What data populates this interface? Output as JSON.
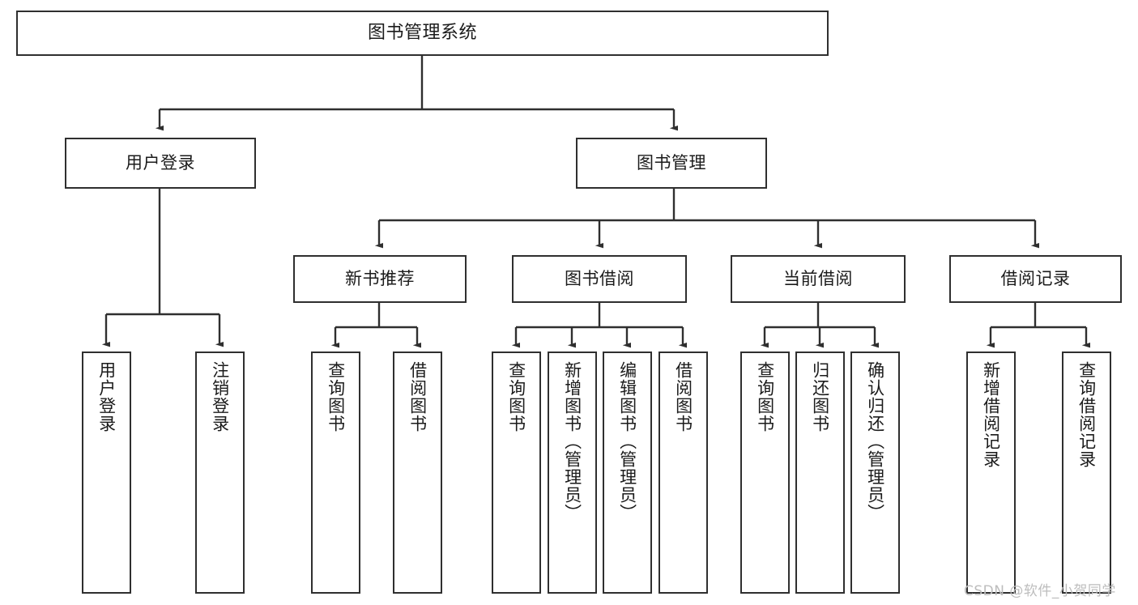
{
  "diagram": {
    "title": "图书管理系统",
    "watermark": "CSDN @软件_小贺同学",
    "colors": {
      "border": "#2f2f2f",
      "background": "#ffffff",
      "text": "#1b1b1b",
      "connector": "#2f2f2f",
      "watermark": "#bdbdbd"
    },
    "nodes": {
      "root": {
        "label": "图书管理系统"
      },
      "level2": [
        {
          "label": "用户登录"
        },
        {
          "label": "图书管理"
        }
      ],
      "level3": [
        {
          "label": "新书推荐"
        },
        {
          "label": "图书借阅"
        },
        {
          "label": "当前借阅"
        },
        {
          "label": "借阅记录"
        }
      ],
      "leaves": {
        "user_login": [
          {
            "label": "用户登录"
          },
          {
            "label": "注销登录"
          }
        ],
        "new_book": [
          {
            "label": "查询图书"
          },
          {
            "label": "借阅图书"
          }
        ],
        "book_borrow": [
          {
            "label": "查询图书"
          },
          {
            "label": "新增图书（管理员）"
          },
          {
            "label": "编辑图书（管理员）"
          },
          {
            "label": "借阅图书"
          }
        ],
        "current_borrow": [
          {
            "label": "查询图书"
          },
          {
            "label": "归还图书"
          },
          {
            "label": "确认归还（管理员）"
          }
        ],
        "borrow_record": [
          {
            "label": "新增借阅记录"
          },
          {
            "label": "查询借阅记录"
          }
        ]
      }
    }
  }
}
